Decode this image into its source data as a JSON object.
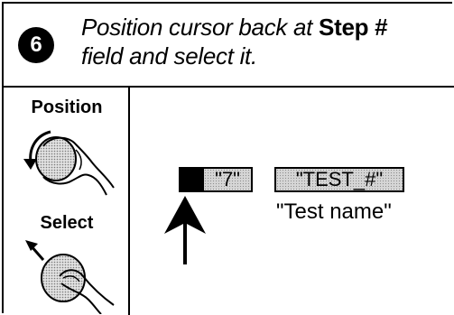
{
  "step": {
    "number": "6",
    "instruction_part1": "Position cursor back at ",
    "instruction_bold": "Step #",
    "instruction_part2": "field and select it."
  },
  "actions": {
    "position_label": "Position",
    "select_label": "Select"
  },
  "display": {
    "value_field": "\"7\"",
    "name_field": "\"TEST_#\"",
    "name_caption": "\"Test name\""
  },
  "icons": {
    "position": "rotate-knob-icon",
    "select": "press-knob-icon",
    "pointer": "up-arrow-icon"
  }
}
